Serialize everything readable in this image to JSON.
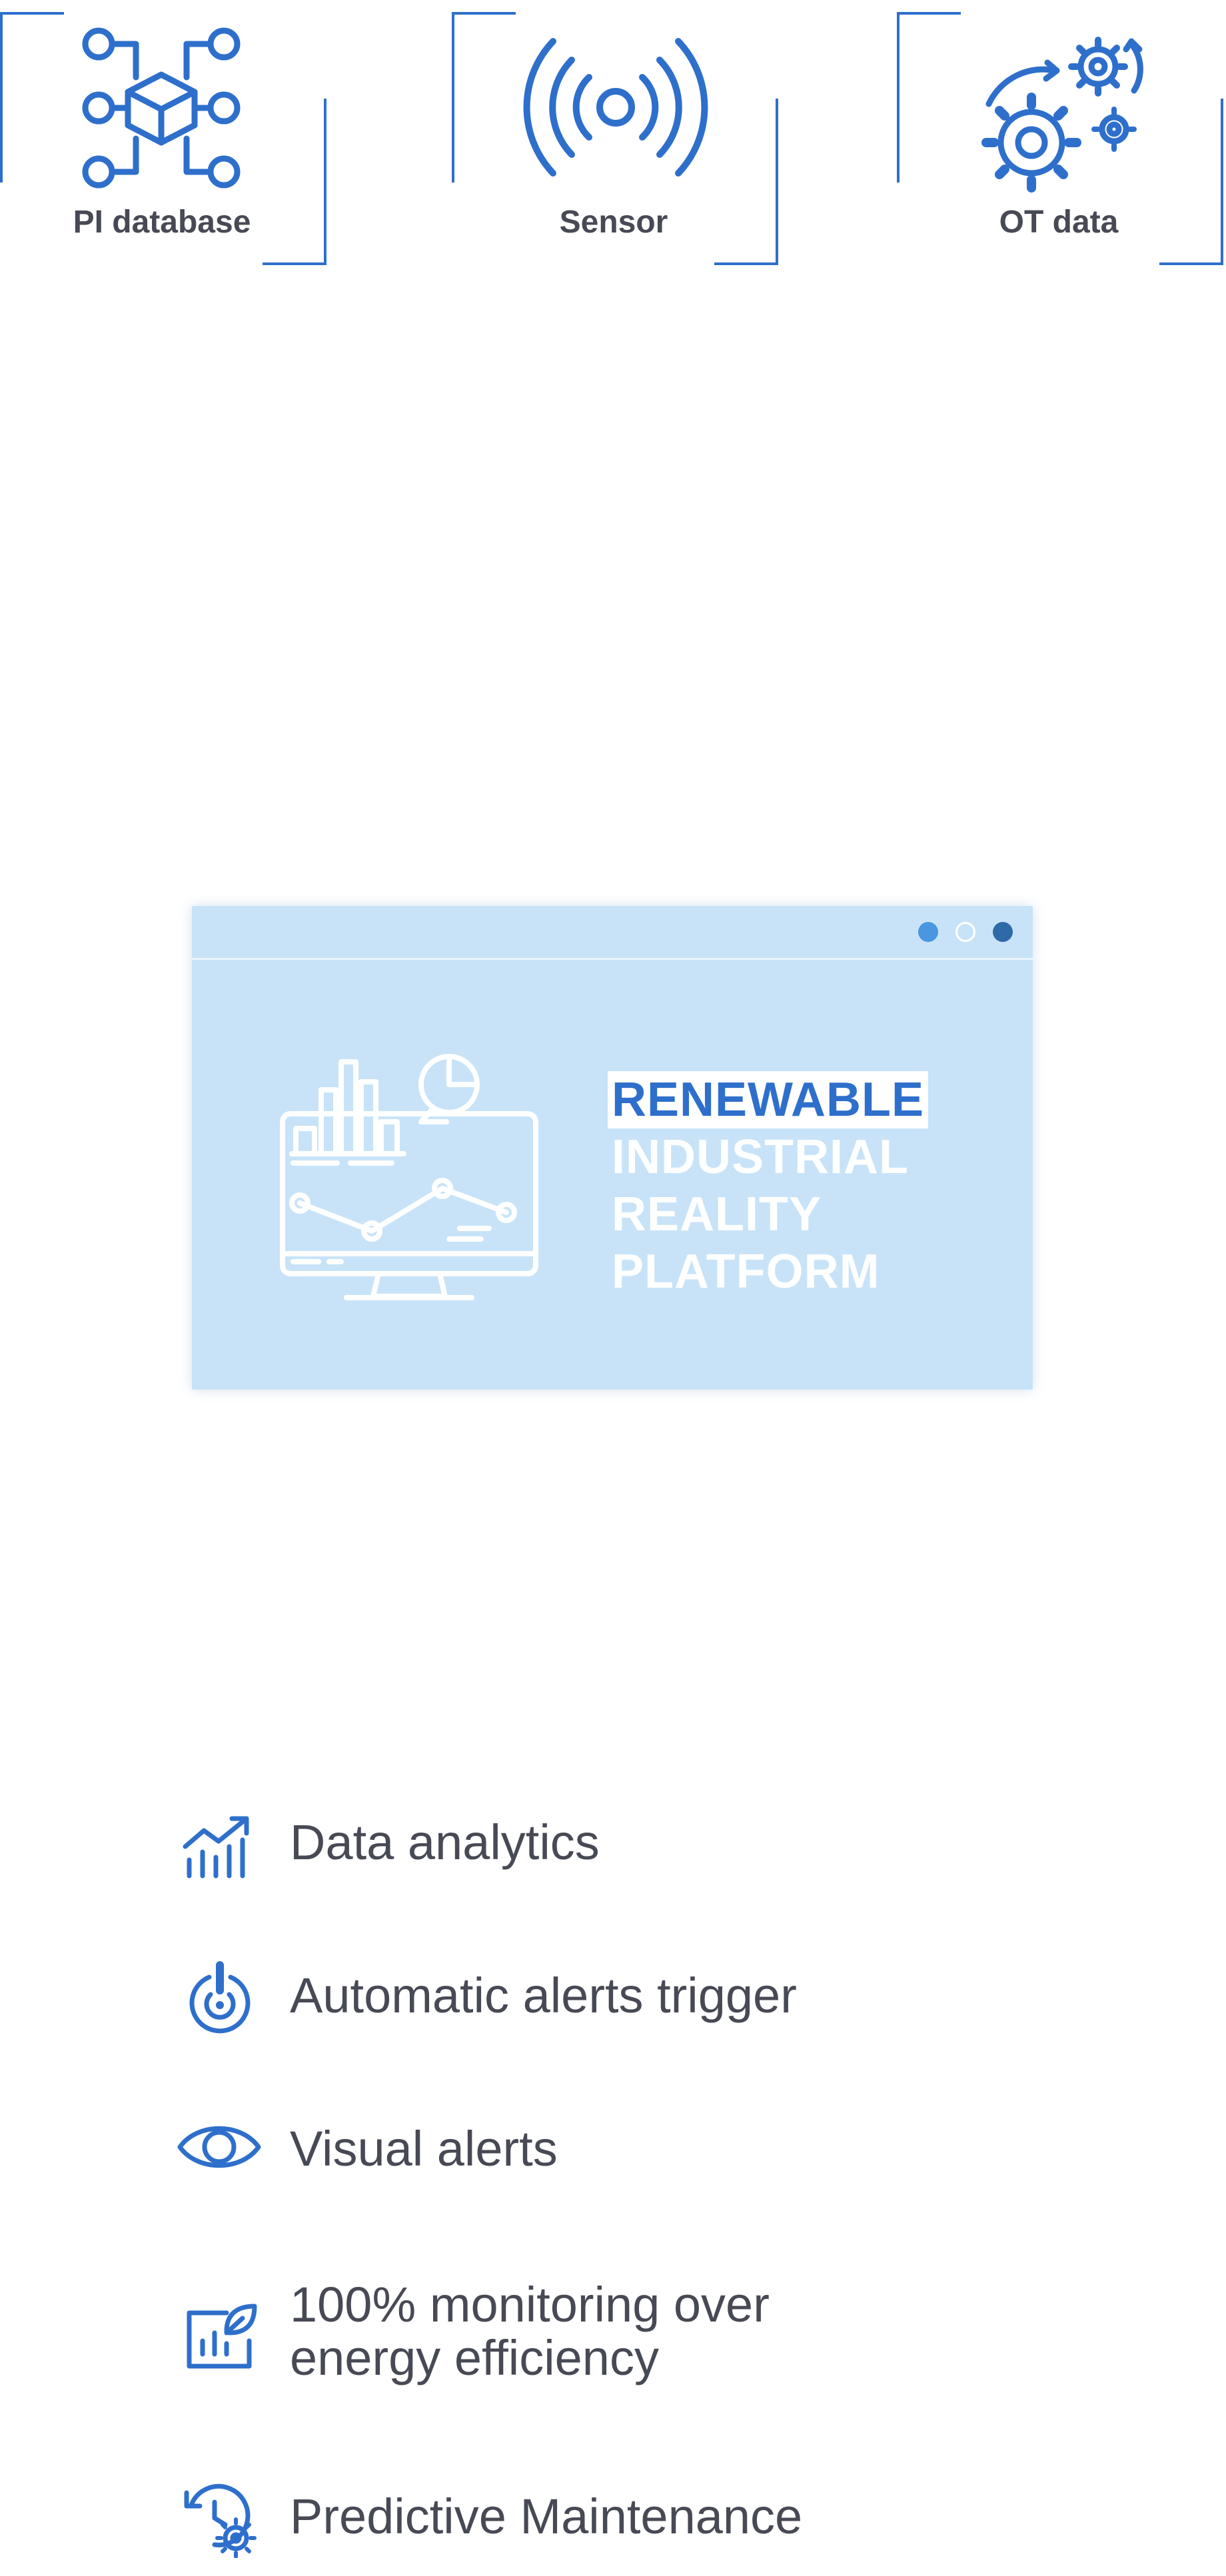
{
  "sources": [
    {
      "label": "PI database",
      "icon": "database-cube-network-icon"
    },
    {
      "label": "Sensor",
      "icon": "wireless-signal-icon"
    },
    {
      "label": "OT data",
      "icon": "gears-icon"
    }
  ],
  "hero": {
    "title_lines": [
      "RENEWABLE",
      "INDUSTRIAL",
      "REALITY",
      "PLATFORM"
    ],
    "icon": "monitor-analytics-icon"
  },
  "features": [
    {
      "label": "Data analytics",
      "icon": "growth-chart-icon"
    },
    {
      "label": "Automatic alerts trigger",
      "icon": "alert-target-icon"
    },
    {
      "label": "Visual alerts",
      "icon": "eye-icon"
    },
    {
      "label_line1": "100% monitoring over",
      "label_line2": "energy efficiency",
      "icon": "eco-chart-icon"
    },
    {
      "label": "Predictive Maintenance",
      "icon": "clock-gear-icon"
    }
  ],
  "colors": {
    "accent": "#2e6fcb",
    "panel": "#c8e3f8",
    "text": "#474a55"
  }
}
